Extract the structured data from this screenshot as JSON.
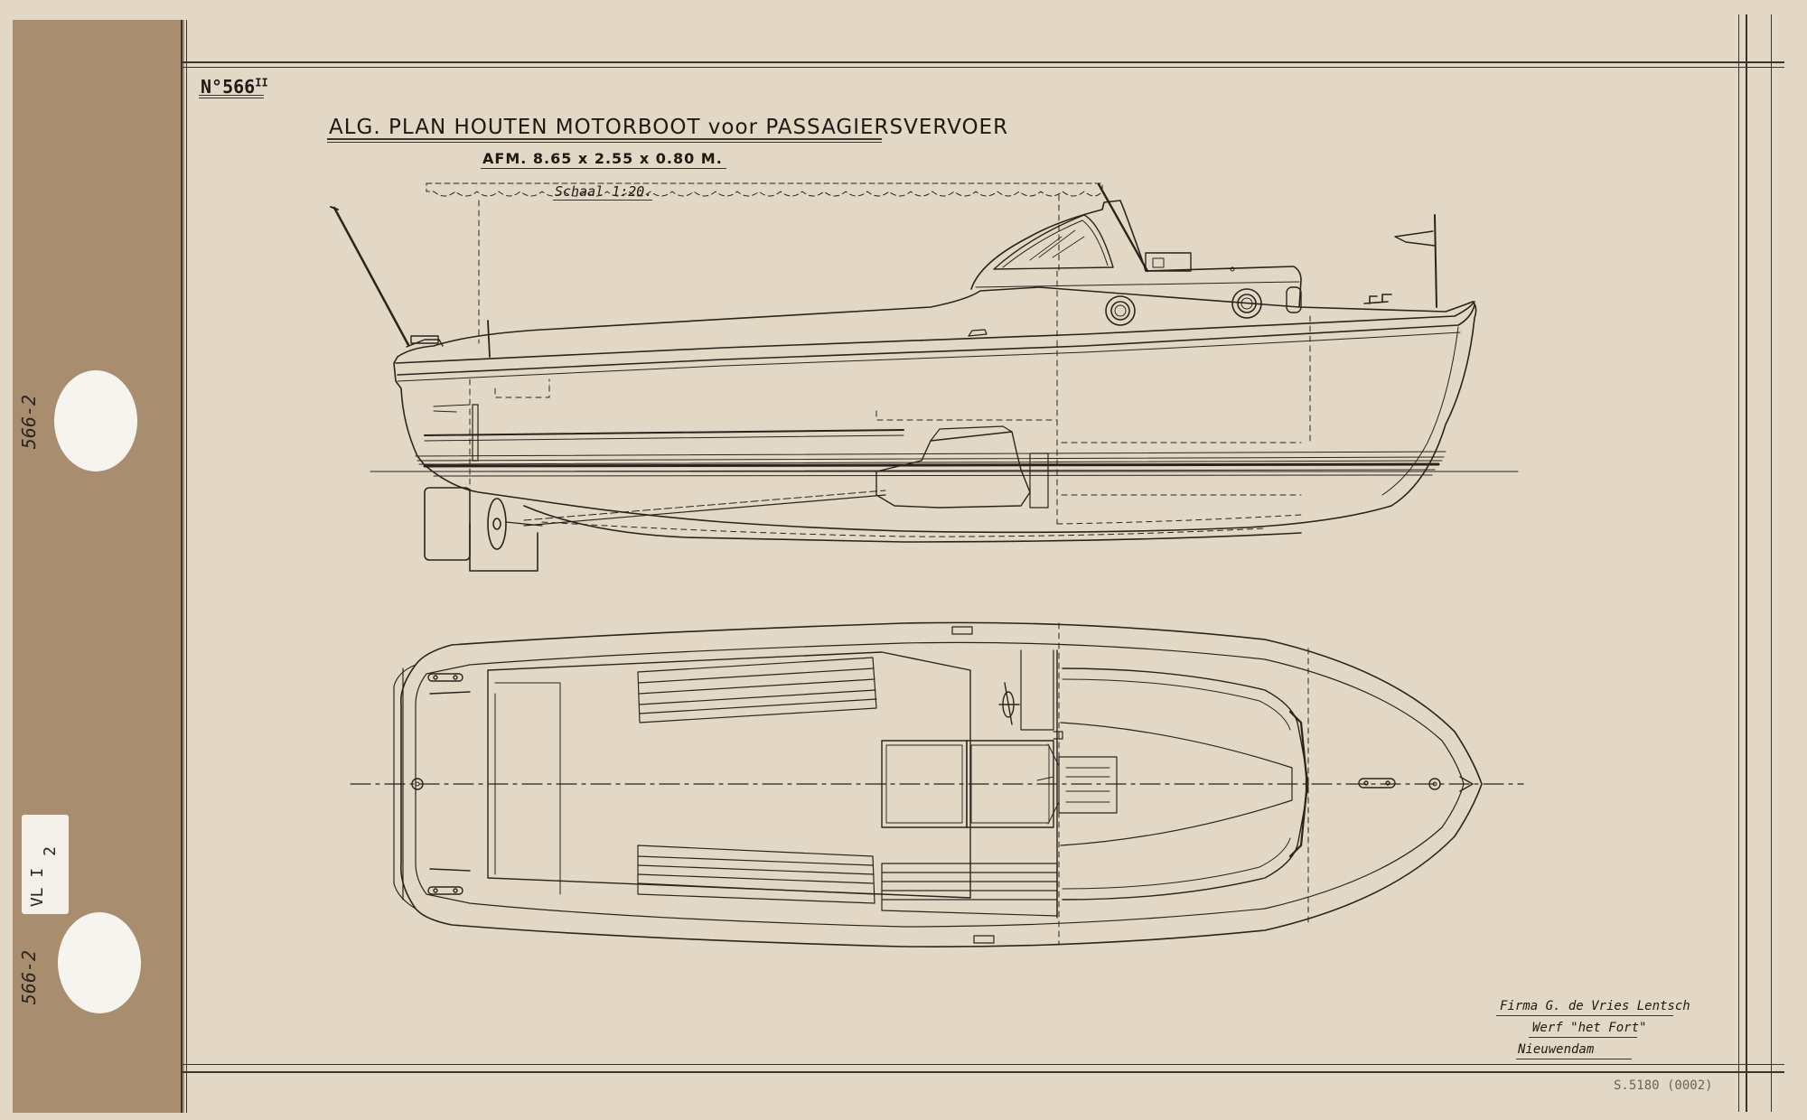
{
  "sheet_number": "N°566",
  "sheet_number_sup": "II",
  "title": "ALG. PLAN HOUTEN MOTORBOOT voor PASSAGIERSVERVOER",
  "dimensions": "AFM.  8.65 x 2.55 x 0.80 M.",
  "scale": "Schaal 1:20.",
  "firm_line1": "Firma G. de Vries Lentsch",
  "firm_line2": "Werf \"het Fort\"",
  "firm_line3": "Nieuwendam",
  "strip_label_top": "566-2",
  "strip_label_bottom": "566-2",
  "card_line1": "VL I",
  "card_line2": "2",
  "archive_code": "S.5180 (0002)",
  "colors": {
    "paper": "#e3d8c5",
    "strip": "#a88d6e",
    "ink": "#2a241e"
  }
}
